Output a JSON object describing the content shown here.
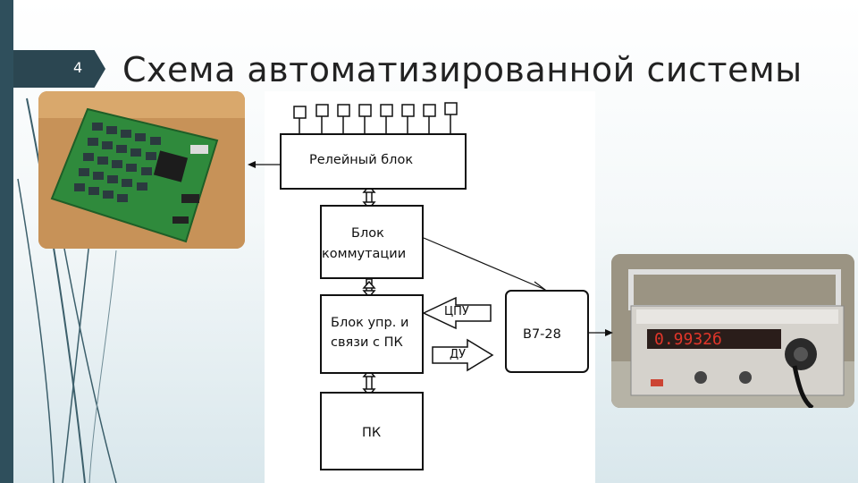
{
  "slide": {
    "page_number": "4",
    "title": "Схема автоматизированной системы"
  },
  "diagram": {
    "relay_block": "Релейный блок",
    "switch_block_line1": "Блок",
    "switch_block_line2": "коммутации",
    "control_block_line1": "Блок упр. и",
    "control_block_line2": "связи с ПК",
    "pc_block": "ПК",
    "instrument_block": "В7-28",
    "arrow_cpu": "ЦПУ",
    "arrow_du": "ДУ"
  },
  "photos": {
    "board": "relay-board-photo",
    "meter": "voltmeter-photo",
    "meter_display": "0.9932б"
  },
  "colors": {
    "sidebar": "#2f4f5c",
    "page_tab": "#2b4651",
    "board_table": "#c79258",
    "pcb_green": "#2f8a3c",
    "meter_display": "#e2362a"
  }
}
